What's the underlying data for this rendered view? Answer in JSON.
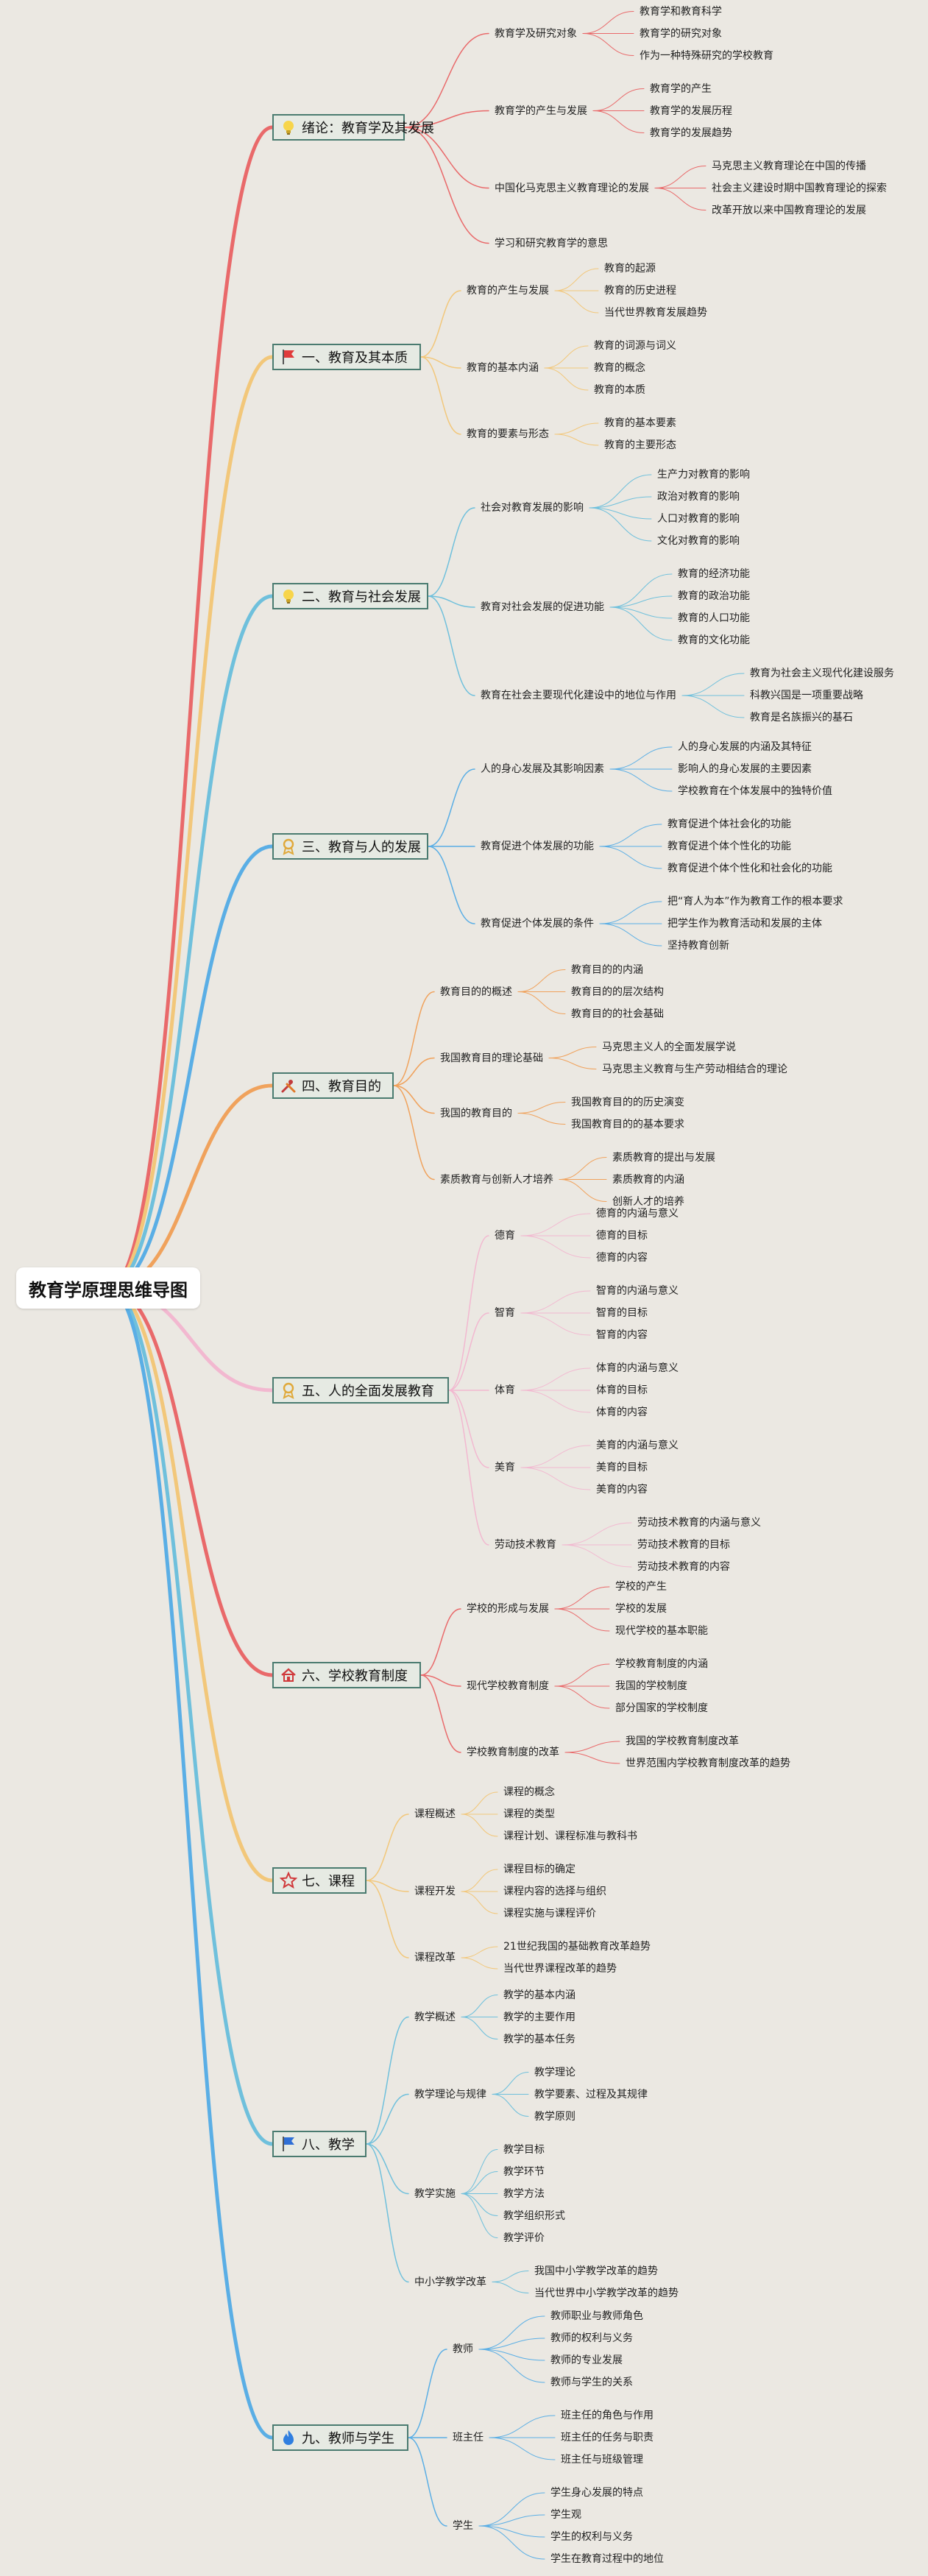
{
  "title": "教育学原理思维导图",
  "branches": [
    {
      "label": "绪论：教育学及其发展",
      "icon": "lightbulb-icon",
      "color": "#e9696a",
      "children": [
        {
          "label": "教育学及研究对象",
          "children": [
            "教育学和教育科学",
            "教育学的研究对象",
            "作为一种特殊研究的学校教育"
          ]
        },
        {
          "label": "教育学的产生与发展",
          "children": [
            "教育学的产生",
            "教育学的发展历程",
            "教育学的发展趋势"
          ]
        },
        {
          "label": "中国化马克思主义教育理论的发展",
          "children": [
            "马克思主义教育理论在中国的传播",
            "社会主义建设时期中国教育理论的探索",
            "改革开放以来中国教育理论的发展"
          ]
        },
        {
          "label": "学习和研究教育学的意思",
          "children": []
        }
      ]
    },
    {
      "label": "一、教育及其本质",
      "icon": "red-flag-icon",
      "color": "#f2c77a",
      "children": [
        {
          "label": "教育的产生与发展",
          "children": [
            "教育的起源",
            "教育的历史进程",
            "当代世界教育发展趋势"
          ]
        },
        {
          "label": "教育的基本内涵",
          "children": [
            "教育的词源与词义",
            "教育的概念",
            "教育的本质"
          ]
        },
        {
          "label": "教育的要素与形态",
          "children": [
            "教育的基本要素",
            "教育的主要形态"
          ]
        }
      ]
    },
    {
      "label": "二、教育与社会发展",
      "icon": "lightbulb-icon",
      "color": "#6fc0dc",
      "children": [
        {
          "label": "社会对教育发展的影响",
          "children": [
            "生产力对教育的影响",
            "政治对教育的影响",
            "人口对教育的影响",
            "文化对教育的影响"
          ]
        },
        {
          "label": "教育对社会发展的促进功能",
          "children": [
            "教育的经济功能",
            "教育的政治功能",
            "教育的人口功能",
            "教育的文化功能"
          ]
        },
        {
          "label": "教育在社会主要现代化建设中的地位与作用",
          "children": [
            "教育为社会主义现代化建设服务",
            "科教兴国是一项重要战略",
            "教育是名族振兴的基石"
          ]
        }
      ]
    },
    {
      "label": "三、教育与人的发展",
      "icon": "award-icon",
      "color": "#5aaee5",
      "children": [
        {
          "label": "人的身心发展及其影响因素",
          "children": [
            "人的身心发展的内涵及其特征",
            "影响人的身心发展的主要因素",
            "学校教育在个体发展中的独特价值"
          ]
        },
        {
          "label": "教育促进个体发展的功能",
          "children": [
            "教育促进个体社会化的功能",
            "教育促进个体个性化的功能",
            "教育促进个体个性化和社会化的功能"
          ]
        },
        {
          "label": "教育促进个体发展的条件",
          "children": [
            "把“育人为本”作为教育工作的根本要求",
            "把学生作为教育活动和发展的主体",
            "坚持教育创新"
          ]
        }
      ]
    },
    {
      "label": "四、教育目的",
      "icon": "tools-icon",
      "color": "#f0a25c",
      "children": [
        {
          "label": "教育目的的概述",
          "children": [
            "教育目的的内涵",
            "教育目的的层次结构",
            "教育目的的社会基础"
          ]
        },
        {
          "label": "我国教育目的理论基础",
          "children": [
            "马克思主义人的全面发展学说",
            "马克思主义教育与生产劳动相结合的理论"
          ]
        },
        {
          "label": "我国的教育目的",
          "children": [
            "我国教育目的的历史演变",
            "我国教育目的的基本要求"
          ]
        },
        {
          "label": "素质教育与创新人才培养",
          "children": [
            "素质教育的提出与发展",
            "素质教育的内涵",
            "创新人才的培养"
          ]
        }
      ]
    },
    {
      "label": "五、人的全面发展教育",
      "icon": "award-icon",
      "color": "#f2b8d0",
      "children": [
        {
          "label": "德育",
          "children": [
            "德育的内涵与意义",
            "德育的目标",
            "德育的内容"
          ]
        },
        {
          "label": "智育",
          "children": [
            "智育的内涵与意义",
            "智育的目标",
            "智育的内容"
          ]
        },
        {
          "label": "体育",
          "children": [
            "体育的内涵与意义",
            "体育的目标",
            "体育的内容"
          ]
        },
        {
          "label": "美育",
          "children": [
            "美育的内涵与意义",
            "美育的目标",
            "美育的内容"
          ]
        },
        {
          "label": "劳动技术教育",
          "children": [
            "劳动技术教育的内涵与意义",
            "劳动技术教育的目标",
            "劳动技术教育的内容"
          ]
        }
      ]
    },
    {
      "label": "六、学校教育制度",
      "icon": "house-icon",
      "color": "#e9696a",
      "children": [
        {
          "label": "学校的形成与发展",
          "children": [
            "学校的产生",
            "学校的发展",
            "现代学校的基本职能"
          ]
        },
        {
          "label": "现代学校教育制度",
          "children": [
            "学校教育制度的内涵",
            "我国的学校制度",
            "部分国家的学校制度"
          ]
        },
        {
          "label": "学校教育制度的改革",
          "children": [
            "我国的学校教育制度改革",
            "世界范围内学校教育制度改革的趋势"
          ]
        }
      ]
    },
    {
      "label": "七、课程",
      "icon": "star-icon",
      "color": "#f2c77a",
      "children": [
        {
          "label": "课程概述",
          "children": [
            "课程的概念",
            "课程的类型",
            "课程计划、课程标准与教科书"
          ]
        },
        {
          "label": "课程开发",
          "children": [
            "课程目标的确定",
            "课程内容的选择与组织",
            "课程实施与课程评价"
          ]
        },
        {
          "label": "课程改革",
          "children": [
            "21世纪我国的基础教育改革趋势",
            "当代世界课程改革的趋势"
          ]
        }
      ]
    },
    {
      "label": "八、教学",
      "icon": "blue-flag-icon",
      "color": "#6fc0dc",
      "children": [
        {
          "label": "教学概述",
          "children": [
            "教学的基本内涵",
            "教学的主要作用",
            "教学的基本任务"
          ]
        },
        {
          "label": "教学理论与规律",
          "children": [
            "教学理论",
            "教学要素、过程及其规律",
            "教学原则"
          ]
        },
        {
          "label": "教学实施",
          "children": [
            "教学目标",
            "教学环节",
            "教学方法",
            "教学组织形式",
            "教学评价"
          ]
        },
        {
          "label": "中小学教学改革",
          "children": [
            "我国中小学教学改革的趋势",
            "当代世界中小学教学改革的趋势"
          ]
        }
      ]
    },
    {
      "label": "九、教师与学生",
      "icon": "flame-icon",
      "color": "#5aaee5",
      "children": [
        {
          "label": "教师",
          "children": [
            "教师职业与教师角色",
            "教师的权利与义务",
            "教师的专业发展",
            "教师与学生的关系"
          ]
        },
        {
          "label": "班主任",
          "children": [
            "班主任的角色与作用",
            "班主任的任务与职责",
            "班主任与班级管理"
          ]
        },
        {
          "label": "学生",
          "children": [
            "学生身心发展的特点",
            "学生观",
            "学生的权利与义务",
            "学生在教育过程中的地位"
          ]
        }
      ]
    }
  ]
}
